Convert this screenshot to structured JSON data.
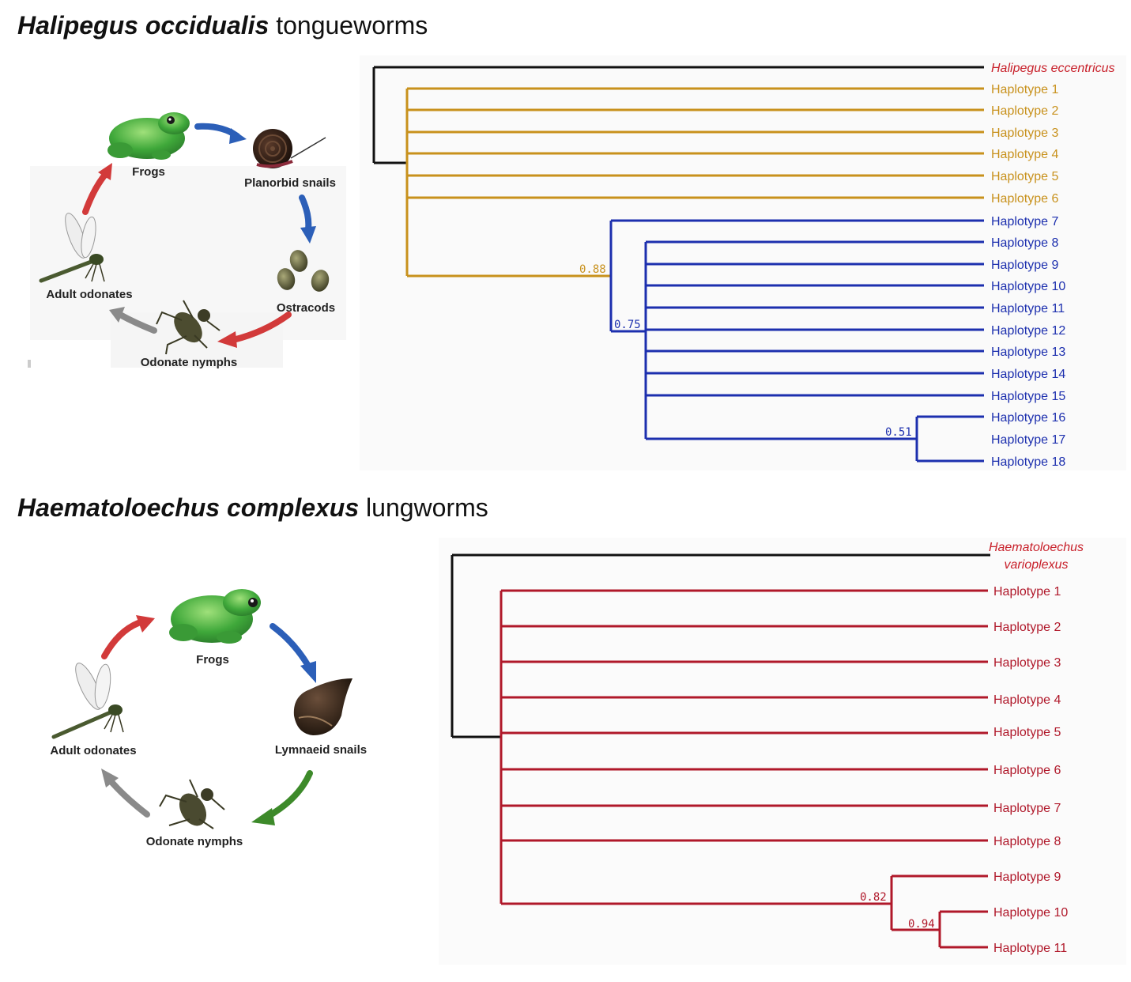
{
  "sections": [
    {
      "title_italic": "Halipegus occidualis",
      "title_plain": " tongueworms",
      "life_cycle": {
        "hosts": [
          "Frogs",
          "Planorbid snails",
          "Ostracods",
          "Odonate nymphs",
          "Adult odonates"
        ]
      },
      "tree": {
        "outgroup": "Halipegus eccentricus",
        "haplotypes": [
          "Haplotype 1",
          "Haplotype 2",
          "Haplotype 3",
          "Haplotype 4",
          "Haplotype 5",
          "Haplotype 6",
          "Haplotype 7",
          "Haplotype 8",
          "Haplotype 9",
          "Haplotype 10",
          "Haplotype 11",
          "Haplotype 12",
          "Haplotype 13",
          "Haplotype 14",
          "Haplotype 15",
          "Haplotype 16",
          "Haplotype 17",
          "Haplotype 18"
        ],
        "support": [
          "0.88",
          "0.75",
          "0.51"
        ],
        "colors": {
          "outgroup_label": "#c8202a",
          "clade_a": "#c8911c",
          "clade_b": "#1c2fae"
        }
      }
    },
    {
      "title_italic": "Haematoloechus complexus",
      "title_plain": " lungworms",
      "life_cycle": {
        "hosts": [
          "Frogs",
          "Lymnaeid snails",
          "Odonate nymphs",
          "Adult odonates"
        ]
      },
      "tree": {
        "outgroup_line1": "Haematoloechus",
        "outgroup_line2": "varioplexus",
        "haplotypes": [
          "Haplotype 1",
          "Haplotype 2",
          "Haplotype 3",
          "Haplotype 4",
          "Haplotype 5",
          "Haplotype 6",
          "Haplotype 7",
          "Haplotype 8",
          "Haplotype 9",
          "Haplotype 10",
          "Haplotype 11"
        ],
        "support": [
          "0.82",
          "0.94"
        ],
        "colors": {
          "clade": "#b0182a"
        }
      }
    }
  ]
}
